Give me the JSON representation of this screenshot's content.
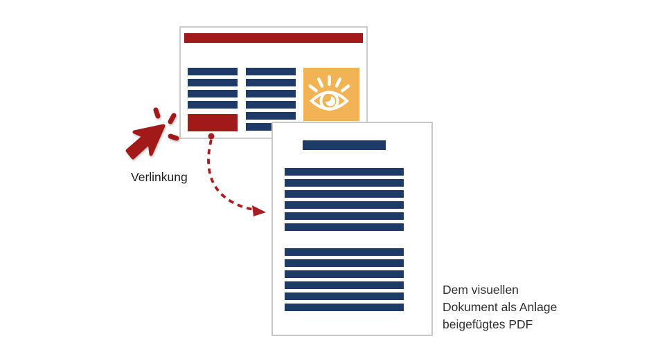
{
  "colors": {
    "red": "#a21919",
    "navy": "#1e3a66",
    "orange": "#f2b355",
    "border": "#cccccc",
    "connector": "#a81d1f",
    "text": "#2f2f2f"
  },
  "labels": {
    "link_label": "Verlinkung",
    "pdf_caption_lines": [
      "Dem visuellen",
      "Dokument als Anlage",
      "beigefügtes PDF"
    ]
  },
  "mockups": {
    "webpage": {
      "header_bar_color": "#a21919",
      "left_text_lines": 4,
      "middle_text_lines": 6,
      "link_block_color": "#a21919",
      "image_placeholder_icon": "eye-icon",
      "image_placeholder_color": "#f2b355"
    },
    "pdf": {
      "title_bar_color": "#1e3a66",
      "paragraph1_lines": 6,
      "paragraph2_lines": 6
    }
  },
  "annotations": {
    "cursor_icon": "click-cursor-icon",
    "connector_icon": "dashed-curved-arrow"
  }
}
